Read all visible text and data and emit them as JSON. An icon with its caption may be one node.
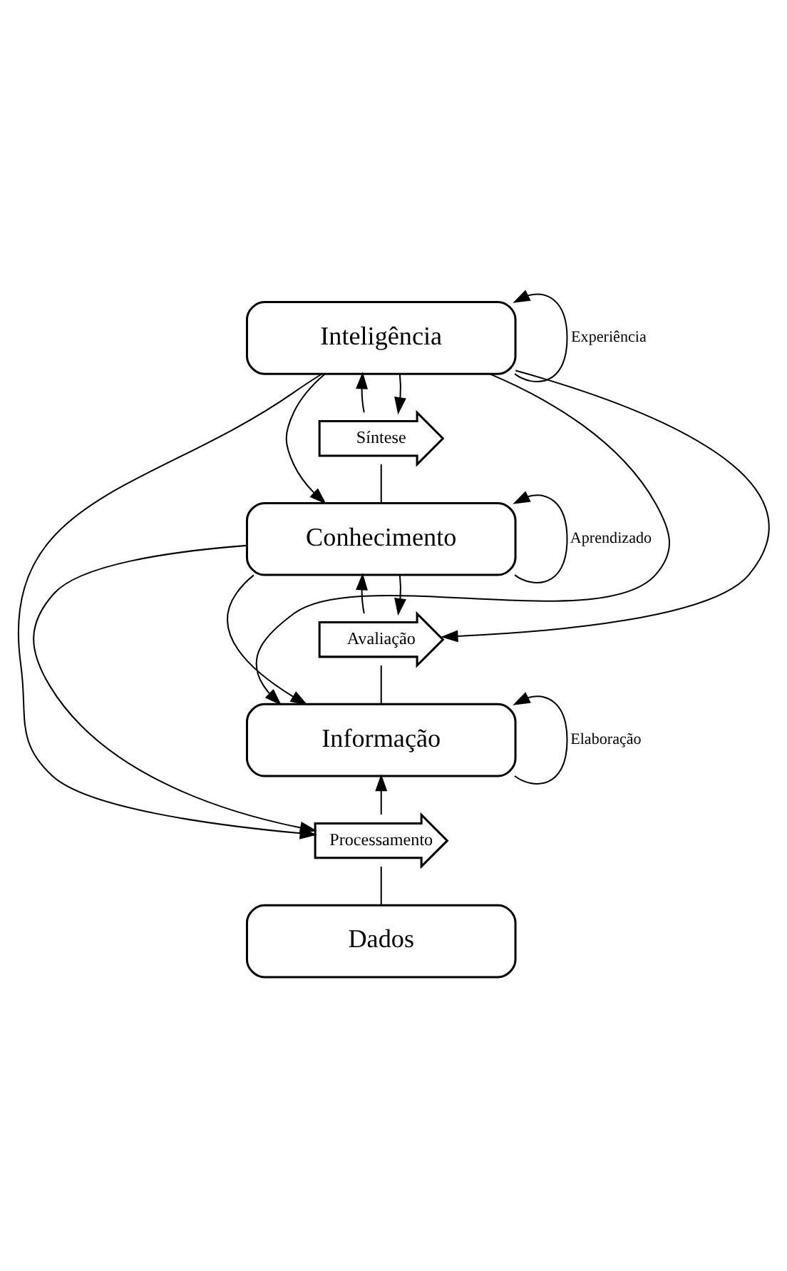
{
  "diagram": {
    "nodes": [
      {
        "text": [
          "Inteligência"
        ]
      },
      {
        "text": [
          "Síntese"
        ]
      },
      {
        "text": [
          "Conhecimento"
        ]
      },
      {
        "text": [
          "Avaliação"
        ]
      },
      {
        "text": [
          "Informação"
        ]
      },
      {
        "text": [
          "Processamento"
        ]
      },
      {
        "text": [
          "Dados"
        ]
      }
    ],
    "edges": [
      {
        "from": 6,
        "to": 5,
        "arrow": "none"
      },
      {
        "from": 5,
        "to": 4,
        "arrow": "to"
      },
      {
        "from": 4,
        "to": 3,
        "arrow": "none"
      },
      {
        "from": 3,
        "to": 2,
        "arrow": "to"
      },
      {
        "from": 2,
        "to": 1,
        "arrow": "none"
      },
      {
        "from": 1,
        "to": 0,
        "arrow": "to"
      },
      {
        "from": 0,
        "to": 0,
        "arrow": "to",
        "label": "Experiência"
      },
      {
        "from": 2,
        "to": 2,
        "arrow": "to",
        "label": "Aprendizado"
      },
      {
        "from": 4,
        "to": 4,
        "arrow": "to",
        "label": "Elaboração"
      },
      {
        "from": 0,
        "to": 1,
        "arrow": "to"
      },
      {
        "from": 0,
        "to": 2,
        "arrow": "to"
      },
      {
        "from": 0,
        "to": 3,
        "arrow": "to"
      },
      {
        "from": 0,
        "to": 4,
        "arrow": "to"
      },
      {
        "from": 0,
        "to": 5,
        "arrow": "to"
      },
      {
        "from": 2,
        "to": 3,
        "arrow": "to"
      },
      {
        "from": 2,
        "to": 4,
        "arrow": "to"
      },
      {
        "from": 2,
        "to": 5,
        "arrow": "to"
      }
    ]
  }
}
